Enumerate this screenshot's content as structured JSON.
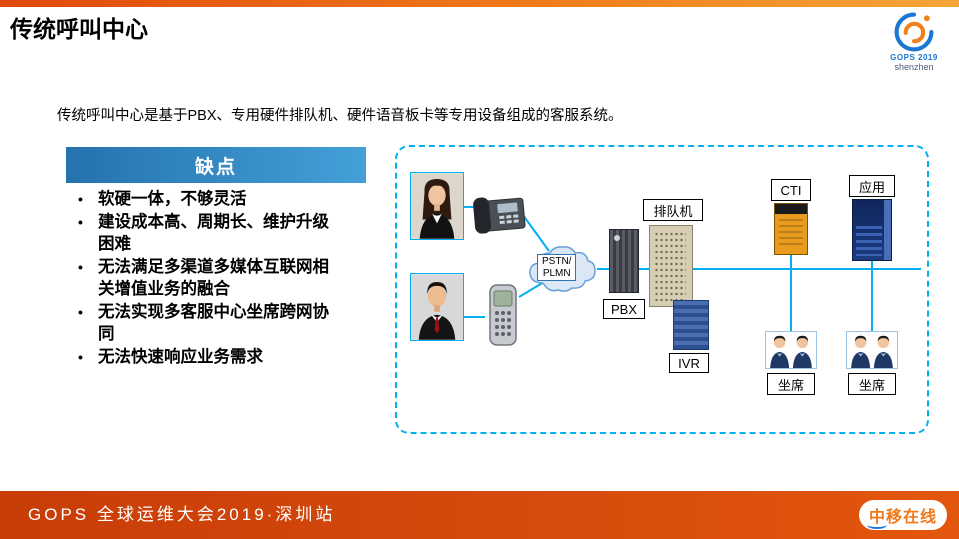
{
  "page": {
    "title": "传统呼叫中心",
    "intro": "传统呼叫中心是基于PBX、专用硬件排队机、硬件语音板卡等专用设备组成的客服系统。"
  },
  "logo": {
    "line1": "GOPS 2019",
    "line2": "shenzhen"
  },
  "drawbacks": {
    "heading": "缺点",
    "items": [
      "软硬一体，不够灵活",
      "建设成本高、周期长、维护升级困难",
      "无法满足多渠道多媒体互联网相关增值业务的融合",
      "无法实现多客服中心坐席跨网协同",
      "无法快速响应业务需求"
    ]
  },
  "diagram": {
    "cloud_line1": "PSTN/",
    "cloud_line2": "PLMN",
    "pbx_label": "PBX",
    "queue_label": "排队机",
    "ivr_label": "IVR",
    "cti_label": "CTI",
    "app_label": "应用",
    "agent1_label": "坐席",
    "agent2_label": "坐席"
  },
  "footer": {
    "text": "GOPS 全球运维大会2019·深圳站",
    "logo_text": "中移在线"
  },
  "colors": {
    "accent_orange": "#e2560d",
    "line_cyan": "#00b0f0",
    "heading_blue": "#2e85c4"
  }
}
